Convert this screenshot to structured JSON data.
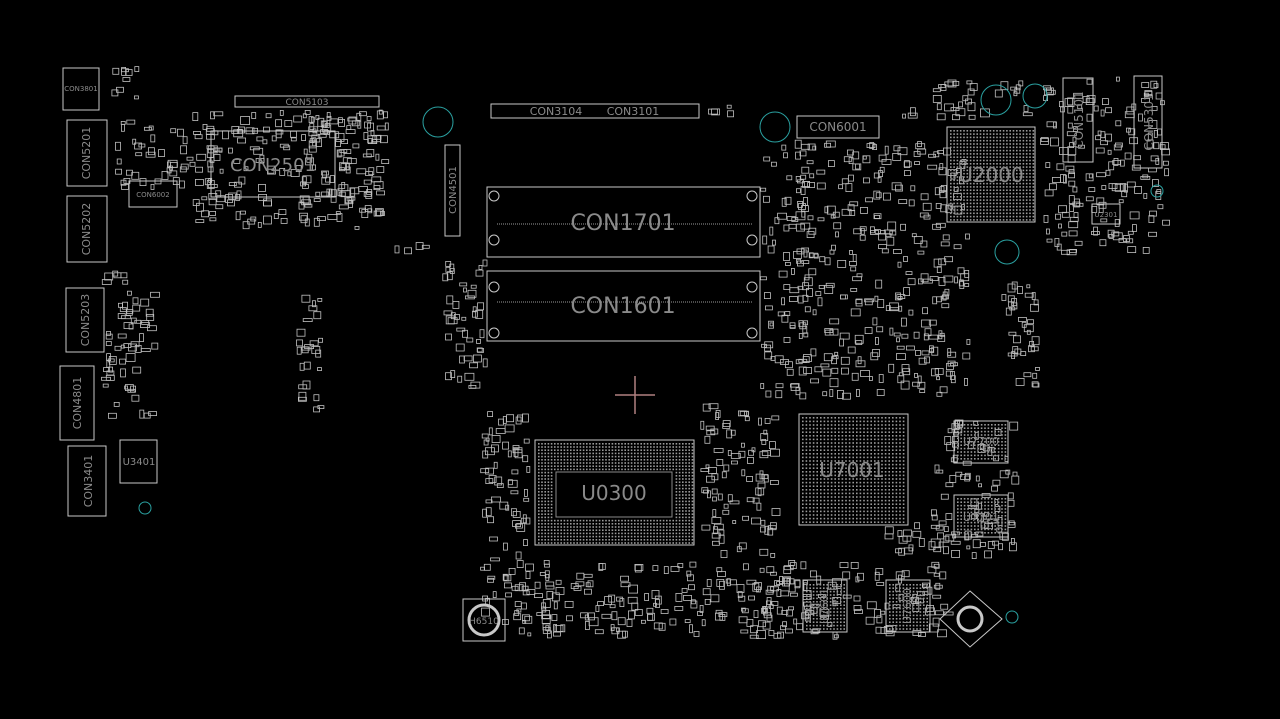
{
  "colors": {
    "background": "#000000",
    "outline": "#c8c8c8",
    "pad": "#d0d0d0",
    "label": "#8a8a8a",
    "via": "#2aa0a0",
    "cursor": "#b08080"
  },
  "components": {
    "con3801": "CON3801",
    "con5201": "CON5201",
    "con5202": "CON5202",
    "con5203": "CON5203",
    "con4801": "CON4801",
    "con3401": "CON3401",
    "u3401": "U3401",
    "con6002": "CON6002",
    "con2501": "CON2501",
    "con5103": "CON5103",
    "con4501": "CON4501",
    "con3104": "CON3104",
    "con3101": "CON3101",
    "con1701": "CON1701",
    "con1601": "CON1601",
    "u0300": "U0300",
    "u7001": "U7001",
    "u7700": "U7700",
    "u7701": "U7701",
    "u7601": "U7601",
    "u7600": "U7600",
    "h6510": "H6510",
    "con6001": "CON6001",
    "u2000": "U2000",
    "con5101": "CON5101",
    "con5301": "CON5301",
    "u2301": "U2301"
  }
}
